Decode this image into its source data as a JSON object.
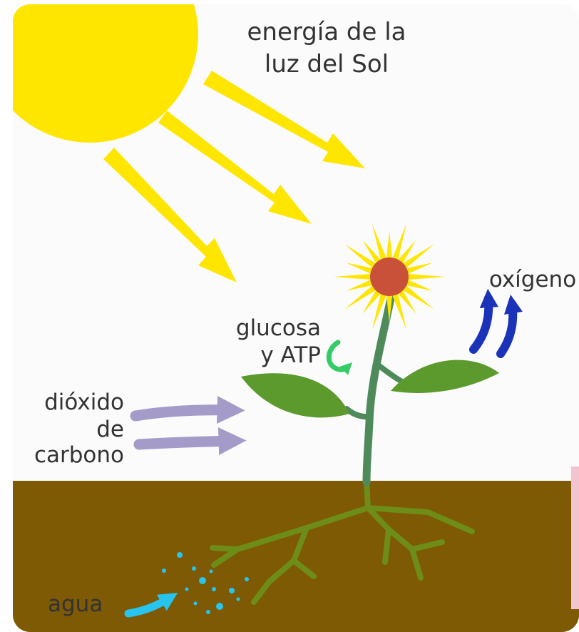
{
  "labels": {
    "sunlight_line1": "energía de la",
    "sunlight_line2": "luz del Sol",
    "oxygen": "oxígeno",
    "glucose_line1": "glucosa",
    "glucose_line2": "y ATP",
    "co2_line1": "dióxido",
    "co2_line2": "de",
    "co2_line3": "carbono",
    "water": "agua"
  },
  "colors": {
    "background": "#fbfbfc",
    "sun": "#ffe600",
    "light_arrows": "#ffe600",
    "petals": "#ffe600",
    "flower_center": "#c9513a",
    "stem": "#4f8a5b",
    "leaves": "#5c9a2e",
    "soil": "#7d5a03",
    "roots": "#6e8c18",
    "co2_arrows": "#a59bc8",
    "oxygen_arrows": "#1a33b8",
    "glucose_arrow": "#33cc66",
    "water": "#27c4ee",
    "text": "#333333"
  },
  "icons": {
    "sun": "sun-icon",
    "flower": "flower-icon",
    "recycle": "curved-arrow-icon"
  }
}
